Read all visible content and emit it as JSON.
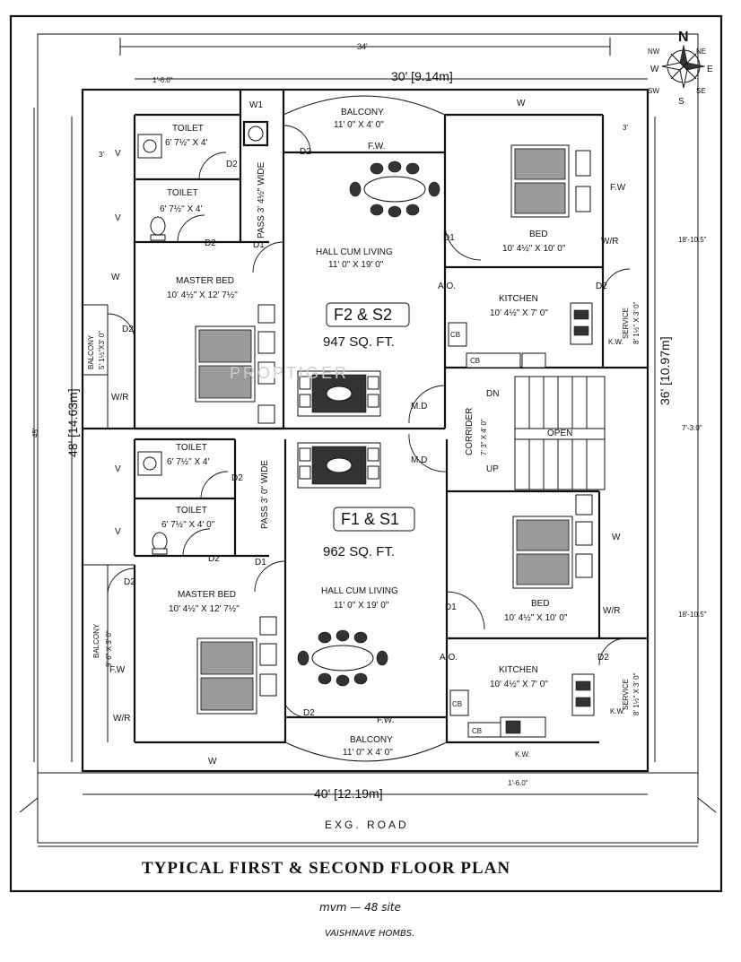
{
  "title": "TYPICAL FIRST & SECOND FLOOR PLAN",
  "road": "EXG. ROAD",
  "dimensions": {
    "top_overall": "34'",
    "top": "30' [9.14m]",
    "bottom": "40' [12.19m]",
    "left_overall": "45'",
    "left": "48' [14.63m]",
    "right": "36' [10.97m]",
    "right_upper": "18'-10.5\"",
    "right_mid": "7'-3.0\"",
    "right_lower": "18'-10.5\"",
    "offset_top_left": "1'-6.0\"",
    "offset_left": "3'",
    "offset_right": "3'",
    "offset_bottom_right": "1'-6.0\""
  },
  "compass": {
    "n": "N",
    "s": "S",
    "e": "E",
    "w": "W",
    "ne": "NE",
    "nw": "NW",
    "se": "SE",
    "sw": "SW"
  },
  "units": {
    "upper": {
      "label": "F2 & S2",
      "area": "947 SQ. FT."
    },
    "lower": {
      "label": "F1 & S1",
      "area": "962 SQ. FT."
    }
  },
  "rooms": {
    "balcony_top": "BALCONY",
    "balcony_top_dim": "11' 0\" X 4' 0\"",
    "toilet1": "TOILET",
    "toilet1_dim": "6' 7½\" X 4'",
    "toilet2": "TOILET",
    "toilet2_dim": "6' 7½\" X 4'",
    "pass_upper": "PASS 3' 4½\" WIDE",
    "hall_upper": "HALL CUM LIVING",
    "hall_upper_dim": "11' 0\" X 19' 0\"",
    "bed_upper": "BED",
    "bed_upper_dim": "10' 4½\" X 10' 0\"",
    "master_upper": "MASTER BED",
    "master_upper_dim": "10' 4½\" X 12' 7½\"",
    "kitchen_upper": "KITCHEN",
    "kitchen_upper_dim": "10' 4½\" X 7' 0\"",
    "balcony_left_upper": "BALCONY",
    "balcony_left_upper_dim": "5' 1½\"X3' 0\"",
    "service_upper": "SERVICE",
    "service_upper_dim": "8' 1½\" X 3' 0\"",
    "corrider": "CORRIDER",
    "corrider_dim": "7' 3\" X 4' 0\"",
    "open": "OPEN",
    "dn": "DN",
    "up": "UP",
    "toilet3": "TOILET",
    "toilet3_dim": "6' 7½\" X 4'",
    "toilet4": "TOILET",
    "toilet4_dim": "6' 7½\" X 4' 0\"",
    "pass_lower": "PASS 3' 0\" WIDE",
    "hall_lower": "HALL CUM LIVING",
    "hall_lower_dim": "11' 0\" X 19' 0\"",
    "bed_lower": "BED",
    "bed_lower_dim": "10' 4½\" X 10' 0\"",
    "master_lower": "MASTER BED",
    "master_lower_dim": "10' 4½\" X 12' 7½\"",
    "kitchen_lower": "KITCHEN",
    "kitchen_lower_dim": "10' 4½\" X 7' 0\"",
    "balcony_left_lower": "BALCONY",
    "balcony_left_lower_dim": "9' 6\" X 3' 0\"",
    "service_lower": "SERVICE",
    "service_lower_dim": "8' 1½\" X 3' 0\"",
    "balcony_bottom": "BALCONY",
    "balcony_bottom_dim": "11' 0\" X 4' 0\""
  },
  "codes": {
    "w1": "W1",
    "w": "W",
    "v": "V",
    "d1": "D1",
    "d2": "D2",
    "fw": "F.W.",
    "fw_short": "F.W",
    "wr": "W/R",
    "ao": "A.O.",
    "cb": "CB",
    "kw": "K.W.",
    "md": "M.D"
  },
  "watermark": "PROPTIGER",
  "handwriting": {
    "line1": "mvm — 48 site",
    "line2": "VAISHNAVE HOMBS."
  }
}
